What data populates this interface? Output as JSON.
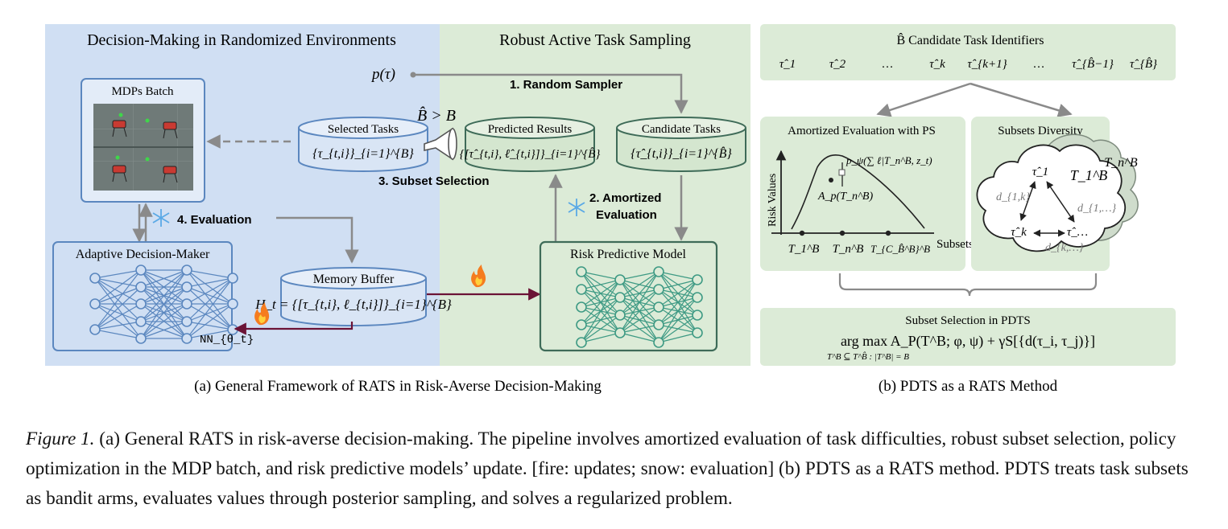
{
  "panel_a": {
    "left_title": "Decision-Making in Randomized Environments",
    "right_title": "Robust Active Task Sampling",
    "mdps_label": "MDPs Batch",
    "p_tau": "p(τ)",
    "step1": "1. Random Sampler",
    "b_compare": "B̂ > B",
    "selected_tasks": {
      "title": "Selected Tasks",
      "formula": "{τ_{t,i}}_{i=1}^{B}"
    },
    "predicted_results": {
      "title": "Predicted Results",
      "formula": "{[τ̂_{t,i}, ℓ̂_{t,i}]}_{i=1}^{B̂}"
    },
    "candidate_tasks": {
      "title": "Candidate Tasks",
      "formula": "{τ̂_{t,i}}_{i=1}^{B̂}"
    },
    "step3": "3. Subset Selection",
    "step2_line1": "2. Amortized",
    "step2_line2": "Evaluation",
    "step4": "4. Evaluation",
    "adm_title": "Adaptive Decision-Maker",
    "nn_label": "NN_{θ_t}",
    "memory_buffer": {
      "title": "Memory Buffer",
      "formula": "H_t = {[τ_{t,i}, ℓ_{t,i}]}_{i=1}^{B}"
    },
    "rpm_title": "Risk Predictive Model",
    "subcaption": "(a) General Framework of RATS in Risk-Averse Decision-Making"
  },
  "panel_b": {
    "cand_title": "B̂  Candidate Task Identifiers",
    "cand_items": [
      "τ̂_1",
      "τ̂_2",
      "…",
      "τ̂_k",
      "τ̂_{k+1}",
      "…",
      "τ̂_{B̂−1}",
      "τ̂_{B̂}"
    ],
    "amortized_title": "Amortized Evaluation with PS",
    "y_axis": "Risk Values",
    "x_axis": "Subsets",
    "p_psi": "p_ψ(∑ ℓ|T_n^B, z_t)",
    "a_p": "A_p(T_n^B)",
    "x_ticks": [
      "T_1^B",
      "T_n^B",
      "T_{C_B̂^B}^B"
    ],
    "diversity_title": "Subsets Diversity",
    "div_nodes": [
      "τ̂_1",
      "T_1^B",
      "T_n^B",
      "τ̂_k",
      "τ̂_…"
    ],
    "div_edges": [
      "d_{1,k}",
      "d_{1,…}",
      "d_{k,…}"
    ],
    "subset_title": "Subset Selection in PDTS",
    "subset_formula": "arg max A_P(T^B; φ, ψ) + γS[{d(τ_i, τ_j)}]",
    "subset_sub": "T^B ⊆ T^B̂ : |T^B| = B",
    "subcaption": "(b) PDTS as a RATS Method"
  },
  "caption": {
    "label": "Figure 1.",
    "text": " (a) General RATS in risk-averse decision-making. The pipeline involves amortized evaluation of task difficulties, robust subset selection, policy optimization in the MDP batch, and risk predictive models’ update. [fire: updates; snow: evaluation] (b) PDTS as a RATS method. PDTS treats task subsets as bandit arms, evaluates values through posterior sampling, and solves a regularized problem."
  },
  "colors": {
    "blue_panel": "#d0dff3",
    "green_panel": "#dcebd7",
    "box_blue": "#5b87bf",
    "box_green": "#3e6b58",
    "update_arrow": "#6b1336",
    "gray_arrow": "#8a8a8a"
  }
}
